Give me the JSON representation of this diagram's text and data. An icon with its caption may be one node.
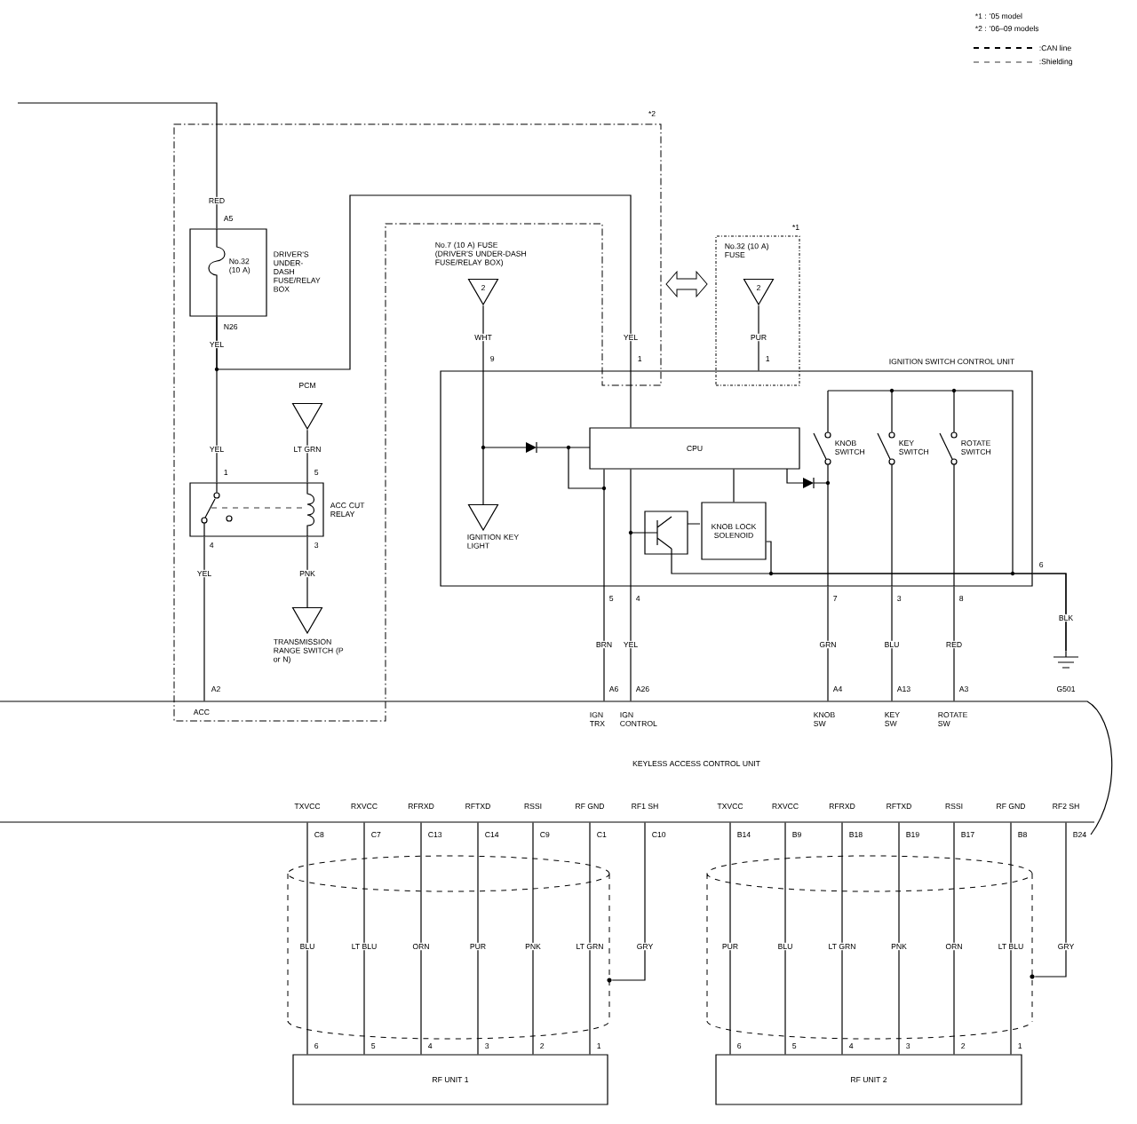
{
  "diagram": {
    "nodes": [
      {
        "text": [
          "No.32 (10 A)",
          "DRIVER'S UNDER-DASH FUSE/RELAY BOX"
        ]
      },
      {
        "text": [
          "PCM"
        ]
      },
      {
        "text": [
          "ACC CUT RELAY"
        ]
      },
      {
        "text": [
          "TRANSMISSION RANGE SWITCH (P or N)"
        ]
      },
      {
        "text": [
          "No.7 (10 A) FUSE (DRIVER'S UNDER-DASH FUSE/RELAY BOX)",
          "2"
        ]
      },
      {
        "text": [
          "IGNITION KEY LIGHT"
        ],
        "in": 8
      },
      {
        "text": [
          "No.32 (10 A) FUSE"
        ],
        "beside": [
          "*1"
        ]
      },
      {
        "text": [
          "2"
        ],
        "in": 6
      },
      {
        "text": [
          "IGNITION SWITCH CONTROL UNIT"
        ]
      },
      {
        "text": [
          "CPU"
        ],
        "in": 8
      },
      {
        "text": [
          "KNOB LOCK SOLENOID"
        ],
        "in": 8
      },
      {
        "text": [
          "G501"
        ]
      },
      {
        "text": [
          "KEYLESS ACCESS CONTROL UNIT"
        ]
      },
      {
        "text": [],
        "shape": "circle"
      },
      {
        "text": [
          "RF UNIT 1"
        ]
      },
      {
        "text": [],
        "shape": "circle"
      },
      {
        "text": [
          "RF UNIT 2"
        ]
      }
    ],
    "edges": [
      {
        "from": null,
        "to": 0,
        "arrow": "none"
      },
      {
        "from": 0,
        "to": 2,
        "arrow": "none"
      },
      {
        "from": 0,
        "to": 9,
        "arrow": "none"
      },
      {
        "from": 1,
        "to": 2,
        "arrow": "none"
      },
      {
        "from": 2,
        "to": 12,
        "arrow": "none"
      },
      {
        "from": 2,
        "to": 3,
        "arrow": "none"
      },
      {
        "from": 4,
        "to": 5,
        "arrow": "none"
      },
      {
        "from": 7,
        "to": 8,
        "arrow": "none"
      },
      {
        "from": 9,
        "to": 12,
        "arrow": "none"
      },
      {
        "from": 9,
        "to": 12,
        "arrow": "none"
      },
      {
        "from": 8,
        "to": 12,
        "arrow": "none"
      },
      {
        "from": 8,
        "to": 12,
        "arrow": "none"
      },
      {
        "from": 8,
        "to": 12,
        "arrow": "none"
      },
      {
        "from": 8,
        "to": 11,
        "arrow": "none"
      },
      {
        "from": 9,
        "to": 10,
        "arrow": "none"
      },
      {
        "from": 12,
        "to": 14,
        "arrow": "none"
      },
      {
        "from": 12,
        "to": 14,
        "arrow": "none"
      },
      {
        "from": 12,
        "to": 14,
        "arrow": "none"
      },
      {
        "from": 12,
        "to": 14,
        "arrow": "none"
      },
      {
        "from": 12,
        "to": 14,
        "arrow": "none"
      },
      {
        "from": 12,
        "to": 14,
        "arrow": "none"
      },
      {
        "from": 12,
        "to": 13,
        "arrow": "none"
      },
      {
        "from": 12,
        "to": 16,
        "arrow": "none"
      },
      {
        "from": 12,
        "to": 16,
        "arrow": "none"
      },
      {
        "from": 12,
        "to": 16,
        "arrow": "none"
      },
      {
        "from": 12,
        "to": 16,
        "arrow": "none"
      },
      {
        "from": 12,
        "to": 16,
        "arrow": "none"
      },
      {
        "from": 12,
        "to": 16,
        "arrow": "none"
      },
      {
        "from": 12,
        "to": 15,
        "arrow": "none"
      },
      {
        "from": 10,
        "to": 11,
        "arrow": "none"
      }
    ],
    "labels": [
      "*1 : '05 model",
      "*2 : '06–09 models",
      "*2",
      "RED",
      "A5",
      "N26",
      "YEL",
      "WHT",
      "9",
      "YEL",
      "1",
      "PUR",
      "1",
      "KNOB SWITCH",
      "KEY SWITCH",
      "ROTATE SWITCH",
      "YEL",
      "LT GRN",
      "1",
      "5",
      "4",
      "3",
      "6",
      "YEL",
      "PNK",
      "5",
      "4",
      "7",
      "3",
      "8",
      "BLK",
      "BRN",
      "YEL",
      "GRN",
      "BLU",
      "RED",
      "A2",
      "A6",
      "A26",
      "A4",
      "A13",
      "A3",
      "ACC",
      "IGN TRX",
      "IGN CONTROL",
      "KNOB SW",
      "KEY SW",
      "ROTATE SW",
      "TXVCC",
      "RXVCC",
      "RFRXD",
      "RFTXD",
      "RSSI",
      "RF GND",
      "RF1 SH",
      "C8",
      "C7",
      "C13",
      "C14",
      "C9",
      "C1",
      "C10",
      "BLU",
      "LT BLU",
      "ORN",
      "PUR",
      "PNK",
      "LT GRN",
      "GRY",
      "6",
      "5",
      "4",
      "3",
      "2",
      "1",
      "TXVCC",
      "RXVCC",
      "RFRXD",
      "RFTXD",
      "RSSI",
      "RF GND",
      "RF2 SH",
      "B14",
      "B9",
      "B18",
      "B19",
      "B17",
      "B8",
      "B24",
      "PUR",
      "BLU",
      "LT GRN",
      "PNK",
      "ORN",
      "LT BLU",
      "GRY",
      "6",
      "5",
      "4",
      "3",
      "2",
      "1"
    ],
    "legend": [
      {
        "text": ":CAN line"
      },
      {
        "text": ":Shielding"
      }
    ]
  }
}
